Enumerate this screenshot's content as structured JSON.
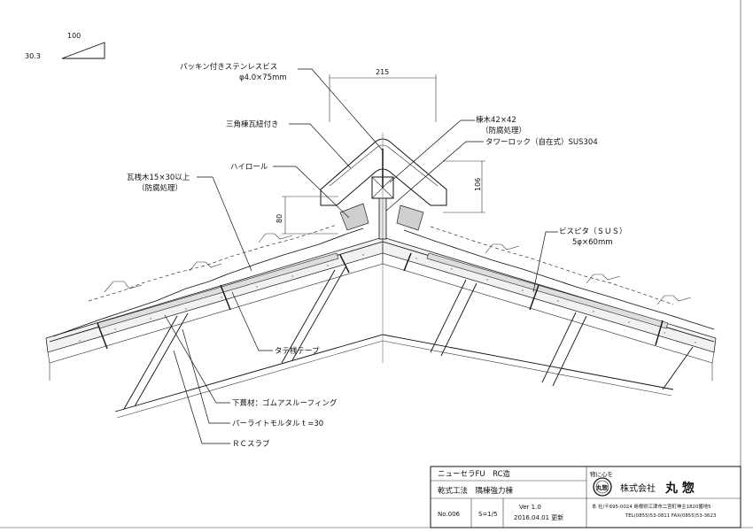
{
  "slope": {
    "run": "100",
    "rise": "30.3"
  },
  "dimensions": {
    "width": "215",
    "ridge_height": "106",
    "roll_height": "80"
  },
  "callouts": {
    "packing_screw": "パッキン付きステンレスビス",
    "packing_screw_size": "φ4.0×75mm",
    "ridge_tile": "三角棟瓦紐付き",
    "high_roll": "ハイロール",
    "batten": "瓦桟木15×30以上",
    "batten_note": "（防腐処理）",
    "ridge_timber": "棟木42×42",
    "ridge_timber_note": "（防腐処理）",
    "tower_lock": "タワーロック（自在式）SUS304",
    "bispita": "ビスピタ（ＳＵＳ）",
    "bispita_size": "5φ×60mm",
    "tate_tape": "タテ桟テープ",
    "underlay": "下葺材：ゴムアスルーフィング",
    "mortar": "パーライトモルタル t =30",
    "slab": "ＲＣスラブ"
  },
  "title_block": {
    "product": "ニューセラFU　RC造",
    "method": "乾式工法　隅棟強力棟",
    "number": "No.006",
    "scale": "S=1/5",
    "version": "Ver 1.0",
    "date": "2016.04.01 更新",
    "slogan": "物に心を",
    "logo_mark": "丸惣",
    "company_prefix": "株式会社",
    "company_name": "丸 惣",
    "address": "本 社/〒695-0024 島根県江津市二宮町神主1820番地5",
    "phone": "TEL(0855)53-0811 FAX(0855)53-3623"
  }
}
